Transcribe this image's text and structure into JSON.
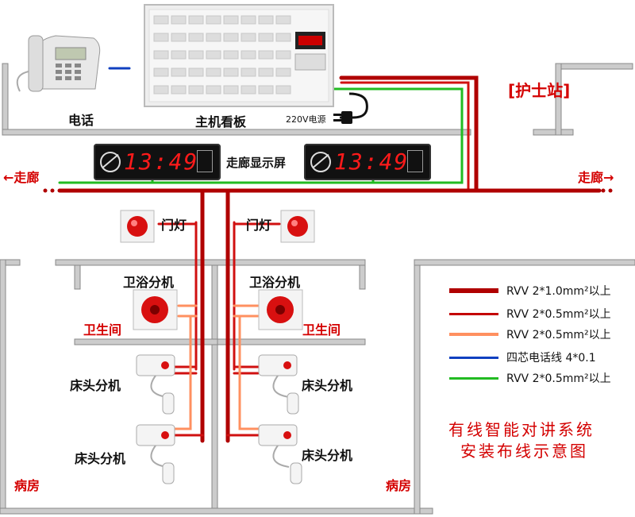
{
  "labels": {
    "phone": "电话",
    "host_board": "主机看板",
    "power": "220V电源",
    "nurse_station": "[护士站]",
    "corridor_display": "走廊显示屏",
    "corridor_left": "←走廊",
    "corridor_right": "走廊→",
    "door_light_left": "门灯",
    "door_light_right": "门灯",
    "bath_unit_left": "卫浴分机",
    "bath_unit_right": "卫浴分机",
    "toilet_left": "卫生间",
    "toilet_right": "卫生间",
    "bed_unit_1": "床头分机",
    "bed_unit_2": "床头分机",
    "bed_unit_3": "床头分机",
    "bed_unit_4": "床头分机",
    "ward_left": "病房",
    "ward_right": "病房",
    "clock_time_1": "13:49",
    "clock_time_2": "13:49",
    "title_line1": "有线智能对讲系统",
    "title_line2": "安装布线示意图"
  },
  "legend": [
    {
      "text": "RVV 2*1.0mm²以上",
      "color": "#b00000"
    },
    {
      "text": "RVV 2*0.5mm²以上",
      "color": "#c40000"
    },
    {
      "text": "RVV 2*0.5mm²以上",
      "color": "#ff9060"
    },
    {
      "text": "四芯电话线 4*0.1",
      "color": "#1040c0"
    },
    {
      "text": "RVV 2*0.5mm²以上",
      "color": "#22bb22"
    }
  ],
  "colors": {
    "wire_main": "#b00000",
    "wire_red": "#d01010",
    "wire_orange": "#ff9060",
    "wire_blue": "#1040c0",
    "wire_green": "#22bb22",
    "wall": "#c8c8c8"
  }
}
